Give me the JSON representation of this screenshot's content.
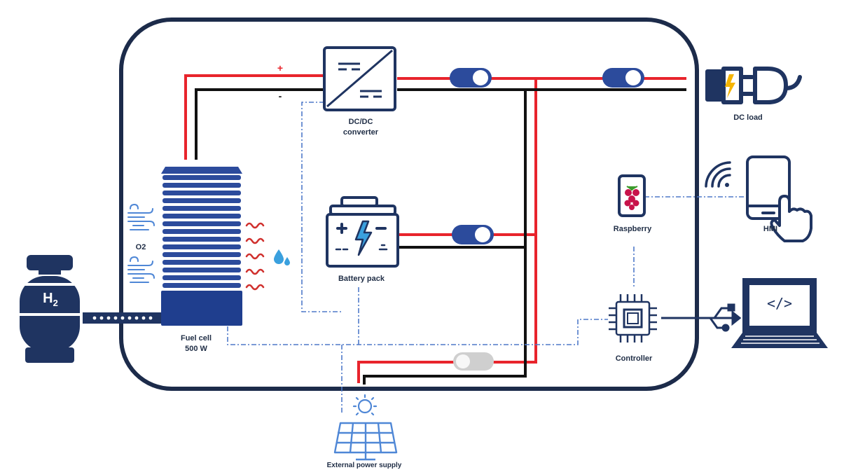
{
  "labels": {
    "plus": "+",
    "minus": "-",
    "dcdc_line1": "DC/DC",
    "dcdc_line2": "converter",
    "dc_load": "DC load",
    "raspberry": "Raspberry",
    "hmi": "HMI",
    "o2": "O2",
    "h2": "H",
    "h2_sub": "2",
    "fuel_cell_line1": "Fuel cell",
    "fuel_cell_line2": "500 W",
    "battery_pack": "Battery pack",
    "controller": "Controller",
    "external_supply": "External power supply",
    "code_glyph": "</>"
  },
  "switches": [
    {
      "id": "converter-output-switch",
      "state": "on"
    },
    {
      "id": "dc-load-switch",
      "state": "on"
    },
    {
      "id": "battery-switch",
      "state": "on"
    },
    {
      "id": "external-supply-switch",
      "state": "off"
    }
  ],
  "icons": [
    "dc-plug-icon",
    "wifi-icon",
    "tablet-touch-icon",
    "raspberry-pi-icon",
    "chip-icon",
    "usb-icon",
    "laptop-code-icon",
    "hydrogen-tank-icon",
    "fuel-cell-stack-icon",
    "battery-icon",
    "heat-wave-icon",
    "water-drop-icon",
    "air-flow-icon",
    "sun-icon",
    "solar-panel-icon",
    "dc-dc-converter-icon"
  ],
  "colors": {
    "positive_line": "#e8242c",
    "negative_line": "#111111",
    "signal_line": "#4f79c9",
    "navy": "#1f3461",
    "enclosure": "#1c2b4a",
    "heat": "#d0302d",
    "water": "#3aa0de",
    "air": "#4f87d6",
    "switch_on": "#2c4b9c",
    "switch_off": "#cfcfcf"
  }
}
